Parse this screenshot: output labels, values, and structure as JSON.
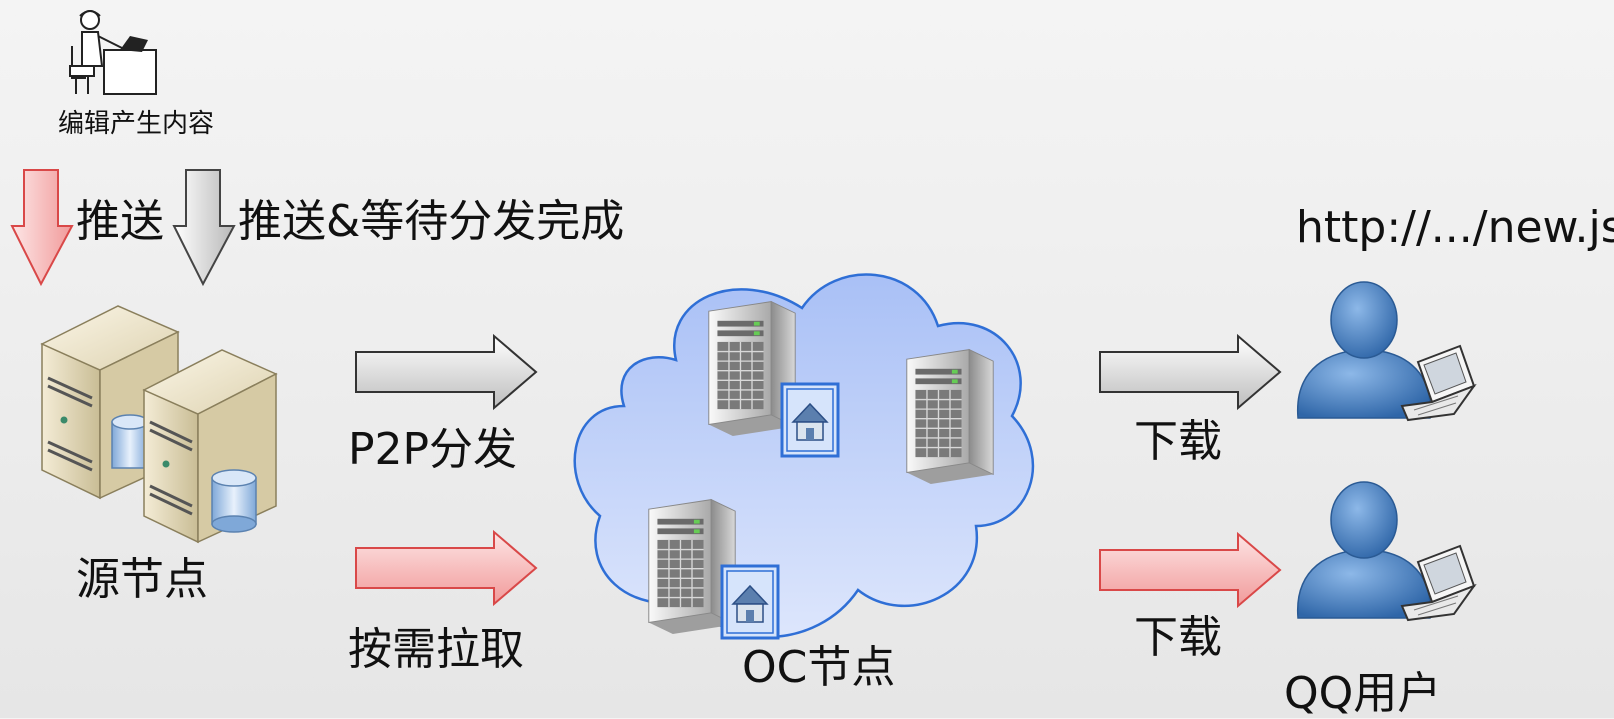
{
  "editor": {
    "label": "编辑产生内容"
  },
  "push": {
    "label": "推送",
    "wait_label": "推送&等待分发完成"
  },
  "source": {
    "label": "源节点"
  },
  "distribution": {
    "p2p_label": "P2P分发",
    "pull_label": "按需拉取"
  },
  "oc": {
    "label": "OC节点"
  },
  "download": {
    "top_label": "下载",
    "bottom_label": "下载"
  },
  "users": {
    "url_label": "http://.../new.js",
    "label": "QQ用户"
  },
  "colors": {
    "pink_arrow": "#f7b0b0",
    "pink_stroke": "#d94848",
    "gray_arrow": "#dcdcdc",
    "cloud_fill": "#c3d3fb",
    "cloud_stroke": "#2f6fd6",
    "user_blue": "#3e7bbf"
  }
}
